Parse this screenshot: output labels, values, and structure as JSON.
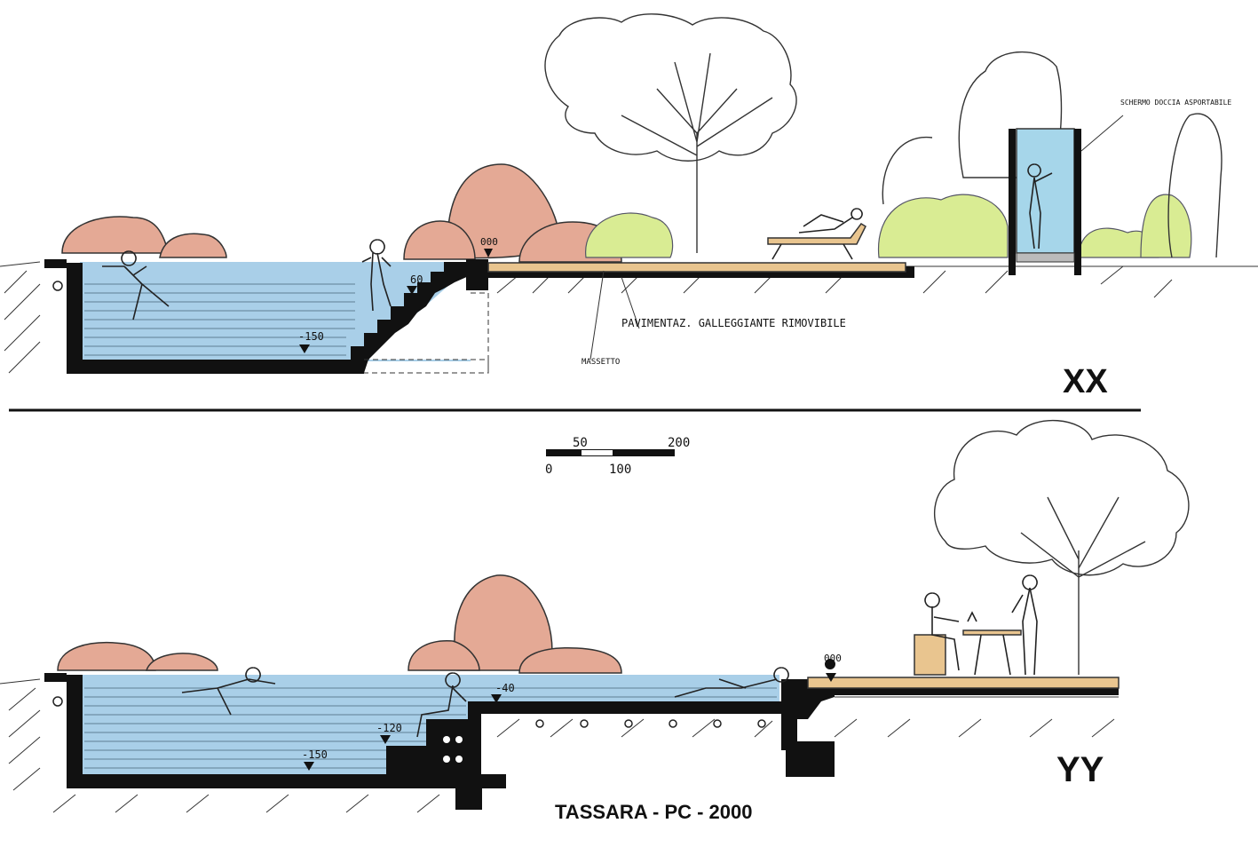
{
  "sections": {
    "upper": {
      "name": "XX",
      "levels": {
        "surface": "000",
        "step": "60",
        "bottom": "-150"
      },
      "labels": {
        "floating_floor": "PAVIMENTAZ. GALLEGGIANTE RIMOVIBILE",
        "screed": "MASSETTO",
        "shower_screen": "SCHERMO DOCCIA ASPORTABILE"
      }
    },
    "lower": {
      "name": "YY",
      "levels": {
        "surface": "000",
        "shelf": "-40",
        "seat": "-120",
        "bottom": "-150"
      }
    }
  },
  "scale_bar": {
    "ticks_top": [
      "50",
      "200"
    ],
    "ticks_bottom": [
      "0",
      "100"
    ]
  },
  "caption": "TASSARA - PC - 2000",
  "colors": {
    "water": "#a9cfe8",
    "rock": "#e4a995",
    "shrub": "#d9ec93",
    "deck": "#e9c58f",
    "wall": "#111111"
  }
}
